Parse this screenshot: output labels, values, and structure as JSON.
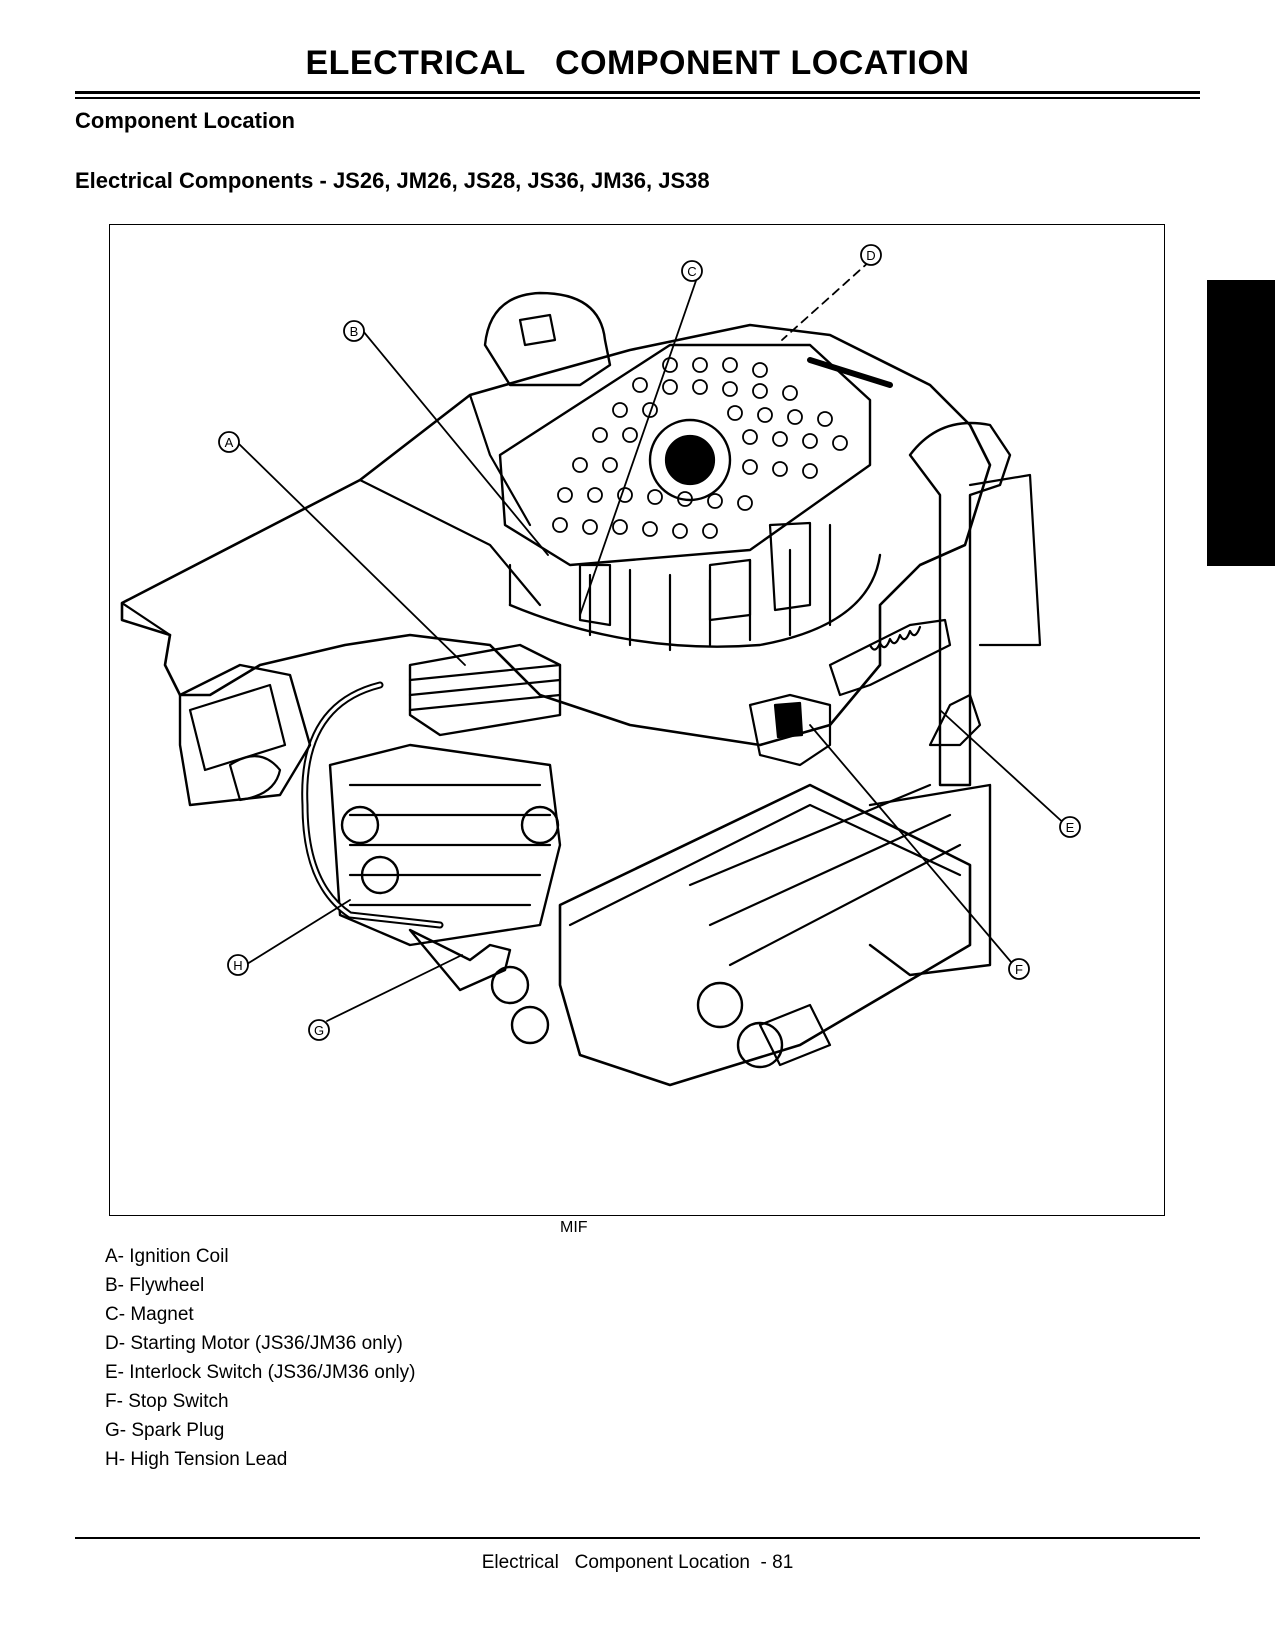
{
  "page": {
    "title": "ELECTRICAL   COMPONENT LOCATION",
    "section_title": "Component Location",
    "subsection_title": "Electrical Components - JS26, JM26, JS28, JS36, JM36, JS38"
  },
  "figure": {
    "code": "MIF",
    "callouts": [
      "A",
      "B",
      "C",
      "D",
      "E",
      "F",
      "G",
      "H"
    ]
  },
  "legend": [
    "A- Ignition Coil",
    "B- Flywheel",
    "C- Magnet",
    "D- Starting Motor (JS36/JM36 only)",
    "E- Interlock Switch (JS36/JM36 only)",
    "F- Stop Switch",
    "G- Spark Plug",
    "H- High Tension Lead"
  ],
  "footer": "Electrical   Component Location  - 81"
}
